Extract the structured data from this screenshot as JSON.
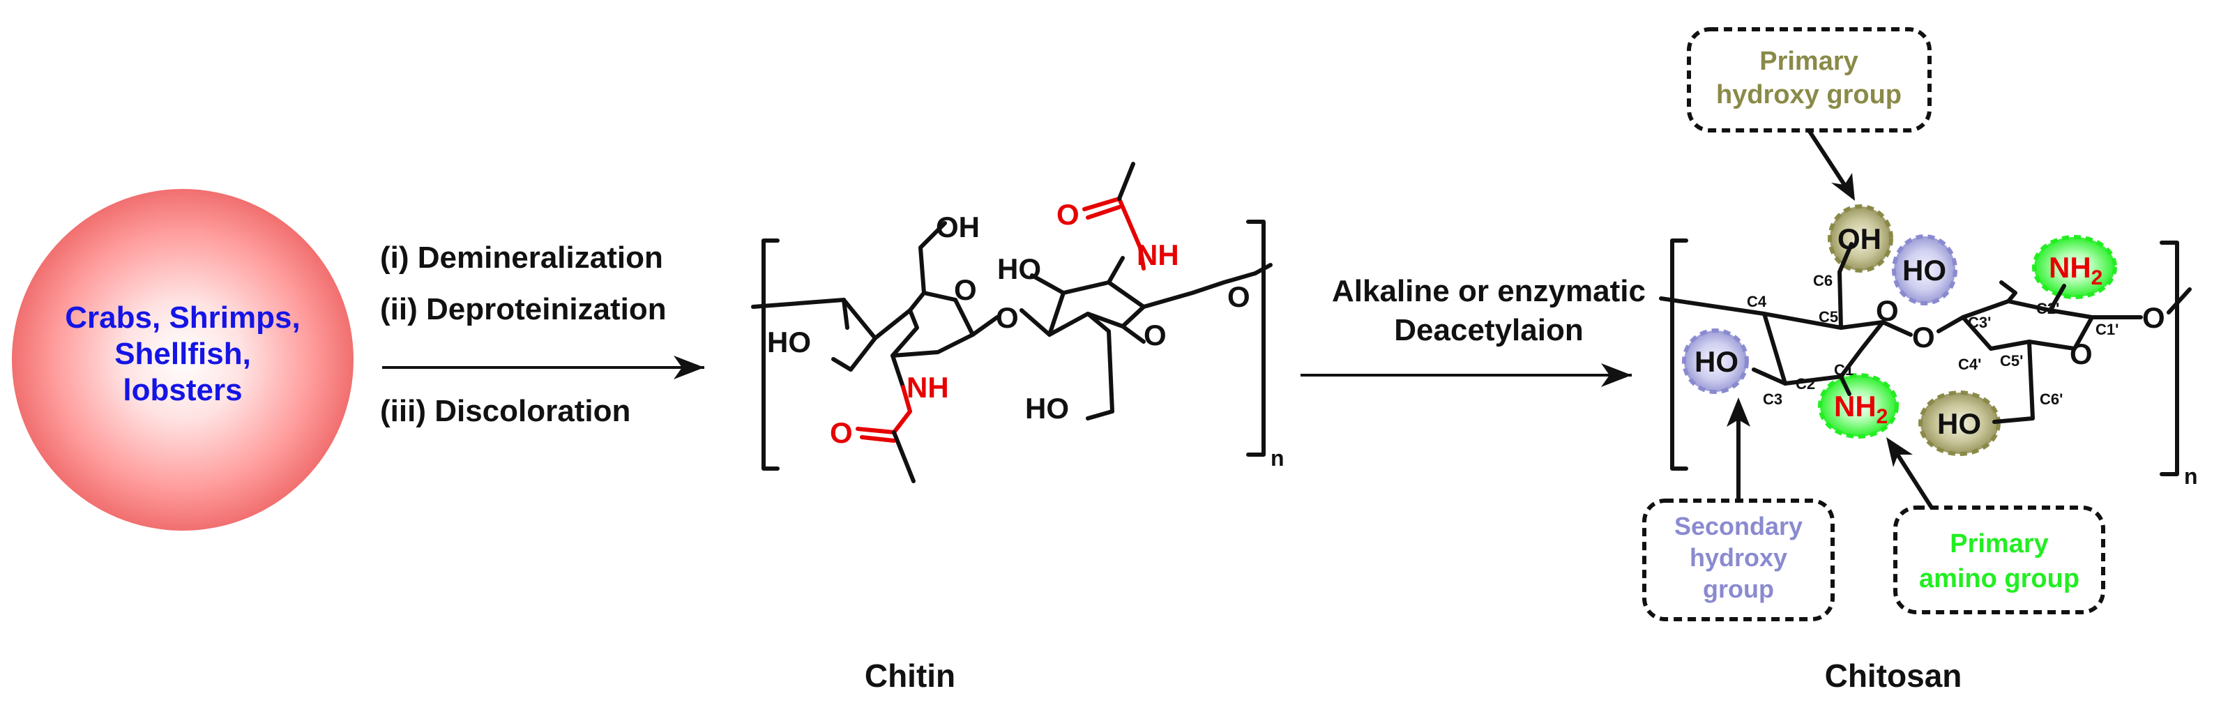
{
  "source": {
    "lines": [
      "Crabs, Shrimps,",
      "Shellfish,",
      "lobsters"
    ]
  },
  "step1": {
    "items": [
      "(i) Demineralization",
      "(ii) Deproteinization",
      "(iii) Discoloration"
    ]
  },
  "step2": {
    "lines": [
      "Alkaline or enzymatic",
      "Deacetylaion"
    ]
  },
  "chitin": {
    "caption": "Chitin",
    "repeat": "n",
    "oh_top": "OH",
    "ho_left": "HO",
    "ho_top2": "HO",
    "ho_bottom": "HO",
    "nh_lower": "NH",
    "nh_upper": "NH",
    "o_carbonyl_lower": "O",
    "o_carbonyl_upper": "O",
    "o_ring1": "O",
    "o_ring2": "O",
    "o_bridge": "O",
    "o_end": "O"
  },
  "chitosan": {
    "caption": "Chitosan",
    "repeat": "n",
    "oh_c6": "OH",
    "ho_c3": "HO",
    "ho_c3p": "HO",
    "ho_c6p": "HO",
    "nh2_c2": "NH",
    "nh2_c2p": "NH",
    "sub2": "2",
    "o_ring1": "O",
    "o_ring2": "O",
    "o_bridge": "O",
    "o_end": "O",
    "carbons": {
      "c1": "C1",
      "c2": "C2",
      "c3": "C3",
      "c4": "C4",
      "c5": "C5",
      "c6": "C6",
      "c1p": "C1'",
      "c2p": "C2'",
      "c3p": "C3'",
      "c4p": "C4'",
      "c5p": "C5'",
      "c6p": "C6'"
    }
  },
  "callouts": {
    "primary_hydroxy": [
      "Primary",
      "hydroxy group"
    ],
    "secondary_hydroxy": [
      "Secondary",
      "hydroxy",
      "group"
    ],
    "primary_amino": [
      "Primary",
      "amino group"
    ]
  },
  "colors": {
    "source_text": "#1414e6",
    "red": "#e60000",
    "primary_hydroxy": "#8a8a48",
    "secondary_hydroxy": "#8a8ad0",
    "primary_amino": "#22ee22"
  }
}
